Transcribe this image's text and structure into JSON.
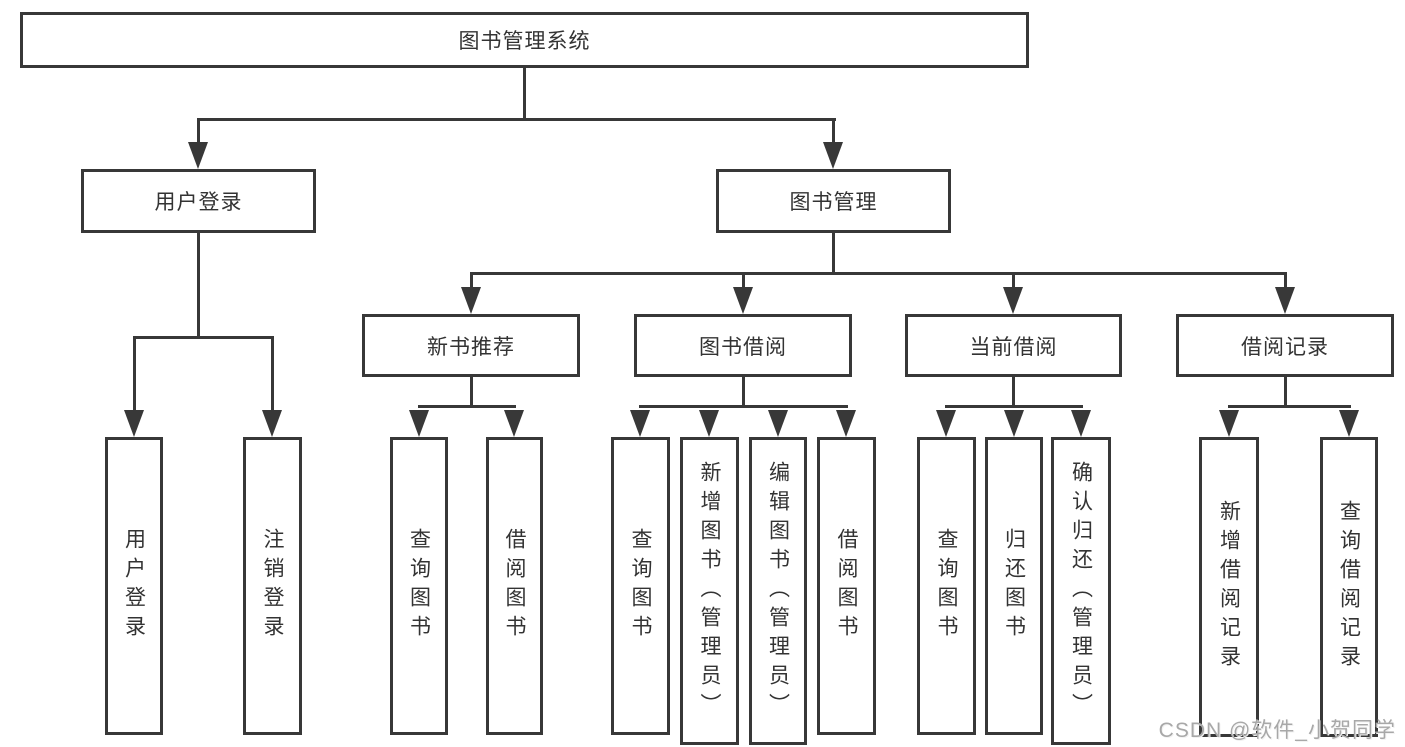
{
  "diagram": {
    "root": {
      "label": "图书管理系统"
    },
    "branches": [
      {
        "label": "用户登录",
        "children": [
          {
            "label": "用户登录"
          },
          {
            "label": "注销登录"
          }
        ]
      },
      {
        "label": "图书管理",
        "children": [
          {
            "label": "新书推荐",
            "children": [
              {
                "label": "查询图书"
              },
              {
                "label": "借阅图书"
              }
            ]
          },
          {
            "label": "图书借阅",
            "children": [
              {
                "label": "查询图书"
              },
              {
                "label": "新增图书（管理员）"
              },
              {
                "label": "编辑图书（管理员）"
              },
              {
                "label": "借阅图书"
              }
            ]
          },
          {
            "label": "当前借阅",
            "children": [
              {
                "label": "查询图书"
              },
              {
                "label": "归还图书"
              },
              {
                "label": "确认归还（管理员）"
              }
            ]
          },
          {
            "label": "借阅记录",
            "children": [
              {
                "label": "新增借阅记录"
              },
              {
                "label": "查询借阅记录"
              }
            ]
          }
        ]
      }
    ],
    "watermark": "CSDN @软件_小贺同学",
    "colors": {
      "line": "#383838",
      "text": "#333333",
      "background": "#ffffff",
      "watermark": "#a8a8a8"
    }
  }
}
